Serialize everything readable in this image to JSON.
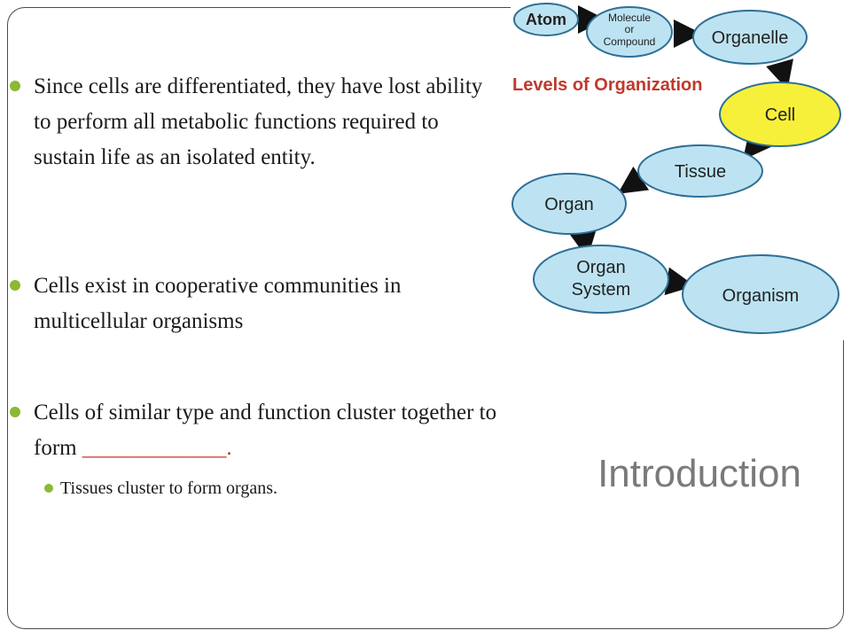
{
  "slide": {
    "title": "Introduction",
    "bullets": [
      "Since cells are differentiated, they have lost ability to perform all metabolic functions required to sustain life as an isolated entity.",
      "Cells exist in cooperative communities in multicellular organisms",
      "Cells of similar type and function cluster together to form"
    ],
    "blank": "_____________.",
    "sub_bullet": "Tissues  cluster to form organs."
  },
  "diagram": {
    "heading": "Levels of Organization",
    "nodes": {
      "atom": "Atom",
      "molecule_1": "Molecule",
      "molecule_2": "or",
      "molecule_3": "Compound",
      "organelle": "Organelle",
      "cell": "Cell",
      "tissue": "Tissue",
      "organ": "Organ",
      "organ_system_1": "Organ",
      "organ_system_2": "System",
      "organism": "Organism"
    },
    "colors": {
      "node_fill": "#bde3f2",
      "highlight_fill": "#f7f03a",
      "outline": "#2f6f96",
      "heading": "#c0392b"
    }
  }
}
